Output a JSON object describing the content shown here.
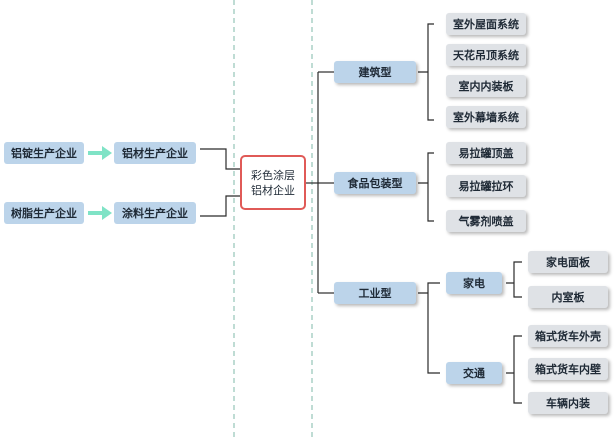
{
  "upstream": {
    "aluminum_ingot": "铝锭生产企业",
    "aluminum_material": "铝材生产企业",
    "resin": "树脂生产企业",
    "coating": "涂料生产企业"
  },
  "center": {
    "line1": "彩色涂层",
    "line2": "铝材企业"
  },
  "categories": {
    "building": {
      "label": "建筑型",
      "items": [
        "室外屋面系统",
        "天花吊顶系统",
        "室内内装板",
        "室外幕墙系统"
      ]
    },
    "food_packaging": {
      "label": "食品包装型",
      "items": [
        "易拉罐顶盖",
        "易拉罐拉环",
        "气雾剂喷盖"
      ]
    },
    "industrial": {
      "label": "工业型",
      "appliance": {
        "label": "家电",
        "items": [
          "家电面板",
          "内室板"
        ]
      },
      "transport": {
        "label": "交通",
        "items": [
          "箱式货车外壳",
          "箱式货车内壁",
          "车辆内装"
        ]
      }
    }
  },
  "colors": {
    "blue_box": "#bcd4ea",
    "grey_box": "#dfe2e6",
    "center_border": "#e05a57",
    "arrow": "#7fe3c6",
    "divider": "#7fb8a8"
  }
}
